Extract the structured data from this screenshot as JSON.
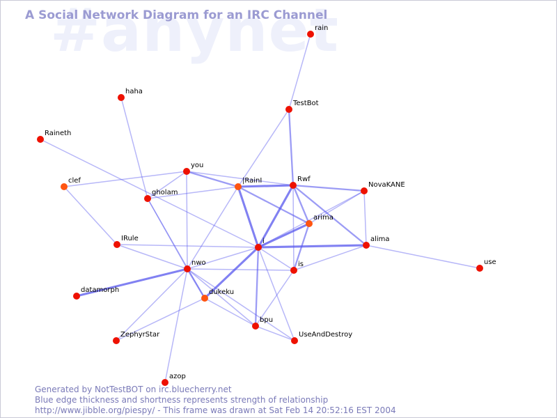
{
  "watermark": "#anynet",
  "title": "A Social Network Diagram for an IRC Channel",
  "footer": {
    "line1": "Generated by NotTestBOT on irc.bluecherry.net",
    "line2": "Blue edge thickness and shortness represents strength of relationship",
    "line3": "http://www.jibble.org/piespy/ - This frame was drawn at Sat Feb 14 20:52:16 EST 2004"
  },
  "colors": {
    "node": "#ee1100",
    "node_active": "#ff5511",
    "edge": "#5a5aee"
  },
  "chart_data": {
    "type": "network",
    "nodes": [
      {
        "id": "rain",
        "label": "rain"
      },
      {
        "id": "TestBot",
        "label": "TestBot"
      },
      {
        "id": "haha",
        "label": "haha"
      },
      {
        "id": "Raineth",
        "label": "Raineth"
      },
      {
        "id": "you",
        "label": "you"
      },
      {
        "id": "clef",
        "label": "clef",
        "active": true
      },
      {
        "id": "gholam",
        "label": "gholam"
      },
      {
        "id": "IRainI",
        "label": "|RainI",
        "active": true
      },
      {
        "id": "Rwf",
        "label": "Rwf"
      },
      {
        "id": "NovaKANE",
        "label": "NovaKANE"
      },
      {
        "id": "arima",
        "label": "arima",
        "active": true
      },
      {
        "id": "IRule",
        "label": "IRule"
      },
      {
        "id": "i",
        "label": "i"
      },
      {
        "id": "alima",
        "label": "alima"
      },
      {
        "id": "use",
        "label": "use"
      },
      {
        "id": "nwo",
        "label": "nwo"
      },
      {
        "id": "is",
        "label": "is"
      },
      {
        "id": "datamorph",
        "label": "datamorph"
      },
      {
        "id": "dukeku",
        "label": "dukeku",
        "active": true
      },
      {
        "id": "bpu",
        "label": "bpu"
      },
      {
        "id": "UseAndDestroy",
        "label": "UseAndDestroy"
      },
      {
        "id": "ZephyrStar",
        "label": "ZephyrStar"
      },
      {
        "id": "azop",
        "label": "azop"
      }
    ],
    "edges": [
      {
        "source": "rain",
        "target": "TestBot",
        "weight": 1
      },
      {
        "source": "TestBot",
        "target": "IRainI",
        "weight": 1
      },
      {
        "source": "TestBot",
        "target": "Rwf",
        "weight": 2
      },
      {
        "source": "haha",
        "target": "gholam",
        "weight": 1
      },
      {
        "source": "Raineth",
        "target": "i",
        "weight": 1
      },
      {
        "source": "clef",
        "target": "you",
        "weight": 1
      },
      {
        "source": "clef",
        "target": "IRule",
        "weight": 1
      },
      {
        "source": "you",
        "target": "gholam",
        "weight": 1
      },
      {
        "source": "you",
        "target": "IRainI",
        "weight": 2
      },
      {
        "source": "you",
        "target": "nwo",
        "weight": 1
      },
      {
        "source": "you",
        "target": "Rwf",
        "weight": 1
      },
      {
        "source": "gholam",
        "target": "IRainI",
        "weight": 1
      },
      {
        "source": "gholam",
        "target": "nwo",
        "weight": 1
      },
      {
        "source": "gholam",
        "target": "dukeku",
        "weight": 1
      },
      {
        "source": "IRainI",
        "target": "Rwf",
        "weight": 3
      },
      {
        "source": "IRainI",
        "target": "i",
        "weight": 3
      },
      {
        "source": "IRainI",
        "target": "arima",
        "weight": 2
      },
      {
        "source": "IRainI",
        "target": "nwo",
        "weight": 1
      },
      {
        "source": "Rwf",
        "target": "NovaKANE",
        "weight": 2
      },
      {
        "source": "Rwf",
        "target": "arima",
        "weight": 2
      },
      {
        "source": "Rwf",
        "target": "alima",
        "weight": 2
      },
      {
        "source": "Rwf",
        "target": "i",
        "weight": 3
      },
      {
        "source": "Rwf",
        "target": "is",
        "weight": 1
      },
      {
        "source": "NovaKANE",
        "target": "arima",
        "weight": 1
      },
      {
        "source": "NovaKANE",
        "target": "alima",
        "weight": 1
      },
      {
        "source": "NovaKANE",
        "target": "i",
        "weight": 1
      },
      {
        "source": "arima",
        "target": "i",
        "weight": 3
      },
      {
        "source": "arima",
        "target": "is",
        "weight": 2
      },
      {
        "source": "i",
        "target": "alima",
        "weight": 3
      },
      {
        "source": "i",
        "target": "IRule",
        "weight": 1
      },
      {
        "source": "i",
        "target": "nwo",
        "weight": 1
      },
      {
        "source": "i",
        "target": "dukeku",
        "weight": 3
      },
      {
        "source": "i",
        "target": "bpu",
        "weight": 2
      },
      {
        "source": "i",
        "target": "is",
        "weight": 1
      },
      {
        "source": "i",
        "target": "UseAndDestroy",
        "weight": 1
      },
      {
        "source": "alima",
        "target": "use",
        "weight": 1
      },
      {
        "source": "alima",
        "target": "is",
        "weight": 1
      },
      {
        "source": "IRule",
        "target": "nwo",
        "weight": 1
      },
      {
        "source": "nwo",
        "target": "is",
        "weight": 1
      },
      {
        "source": "nwo",
        "target": "datamorph",
        "weight": 3
      },
      {
        "source": "nwo",
        "target": "dukeku",
        "weight": 2
      },
      {
        "source": "nwo",
        "target": "bpu",
        "weight": 1
      },
      {
        "source": "nwo",
        "target": "UseAndDestroy",
        "weight": 1
      },
      {
        "source": "nwo",
        "target": "ZephyrStar",
        "weight": 1
      },
      {
        "source": "nwo",
        "target": "azop",
        "weight": 1
      },
      {
        "source": "is",
        "target": "bpu",
        "weight": 1
      },
      {
        "source": "dukeku",
        "target": "bpu",
        "weight": 1
      },
      {
        "source": "dukeku",
        "target": "ZephyrStar",
        "weight": 1
      },
      {
        "source": "bpu",
        "target": "UseAndDestroy",
        "weight": 1
      }
    ]
  }
}
